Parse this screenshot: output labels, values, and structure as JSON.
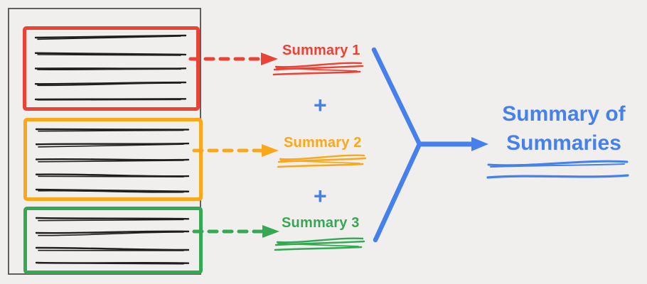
{
  "palette": {
    "red": "#EA4335",
    "orange": "#F9A81B",
    "green": "#34A853",
    "blue": "#4580EC",
    "ink": "#1f1f1f",
    "frame_gray": "#5f5f5f",
    "background": "#f0efed"
  },
  "document": {
    "sections": [
      {
        "id": "section-1",
        "color": "red",
        "line_count": 5
      },
      {
        "id": "section-2",
        "color": "orange",
        "line_count": 5
      },
      {
        "id": "section-3",
        "color": "green",
        "line_count": 4
      }
    ]
  },
  "summaries": [
    {
      "label": "Summary 1",
      "color": "red"
    },
    {
      "label": "Summary 2",
      "color": "orange"
    },
    {
      "label": "Summary 3",
      "color": "green"
    }
  ],
  "plus_sign": "+",
  "result": {
    "title_lines": [
      "Summary of",
      "Summaries"
    ],
    "color": "blue"
  }
}
